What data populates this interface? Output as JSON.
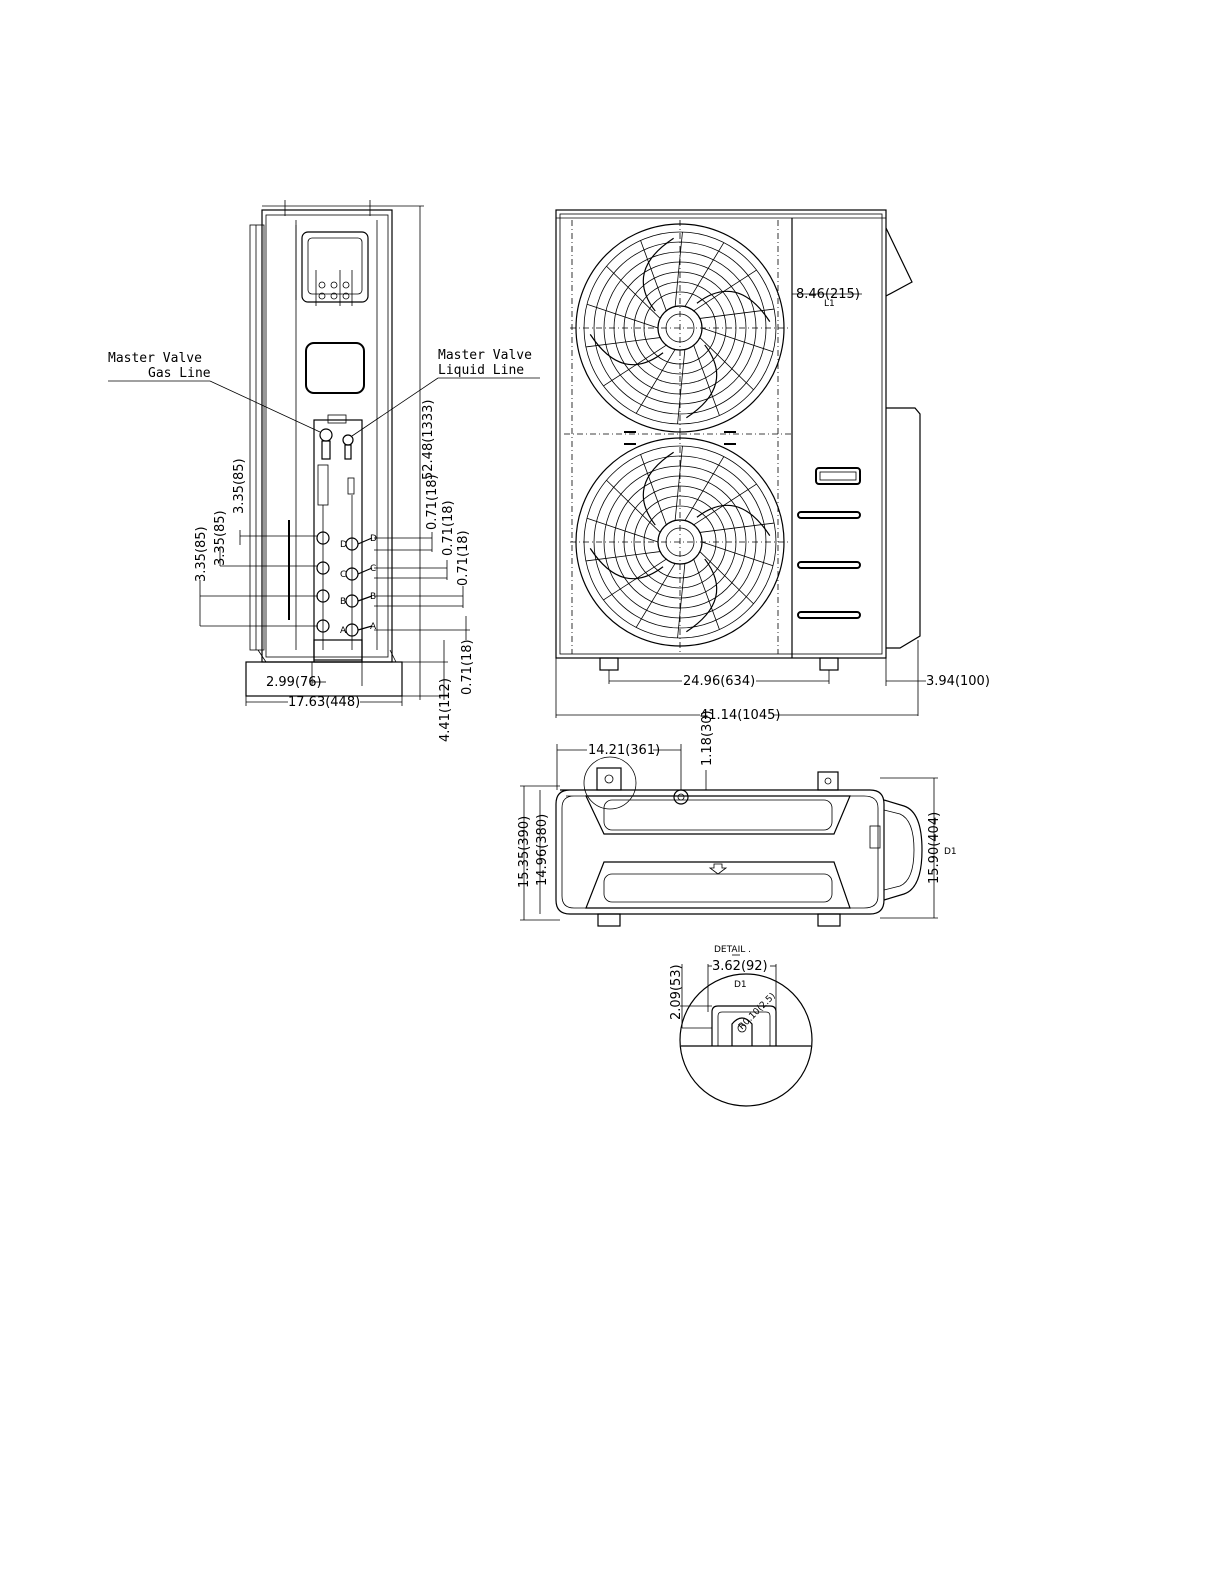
{
  "labels": {
    "master_valve_gas_1": "Master Valve",
    "master_valve_gas_2": "Gas Line",
    "master_valve_liquid_1": "Master Valve",
    "master_valve_liquid_2": "Liquid Line",
    "detail": "DETAIL .",
    "d1_right": "D1",
    "d1_detail": "D1",
    "l1": "L1"
  },
  "port_letters": [
    "D",
    "C",
    "B",
    "A"
  ],
  "dimensions": {
    "side_height": "52.48(1333)",
    "spacing_1": "3.35(85)",
    "spacing_2": "3.35(85)",
    "spacing_3": "3.35(85)",
    "port_offset_1": "0.71(18)",
    "port_offset_2": "0.71(18)",
    "port_offset_3": "0.71(18)",
    "port_offset_4": "0.71(18)",
    "base_width_small": "2.99(76)",
    "base_width": "17.63(448)",
    "base_height": "4.41(112)",
    "front_panel": "8.46(215)",
    "feet_span": "24.96(634)",
    "side_projection": "3.94(100)",
    "overall_width": "41.14(1045)",
    "top_offset": "14.21(361)",
    "top_small": "1.18(30)",
    "depth_outer": "15.35(390)",
    "depth_inner": "14.96(380)",
    "depth_total": "15.90(404)",
    "detail_width": "3.62(92)",
    "detail_height": "2.09(53)",
    "detail_radius": "R0.10(2.5)"
  }
}
